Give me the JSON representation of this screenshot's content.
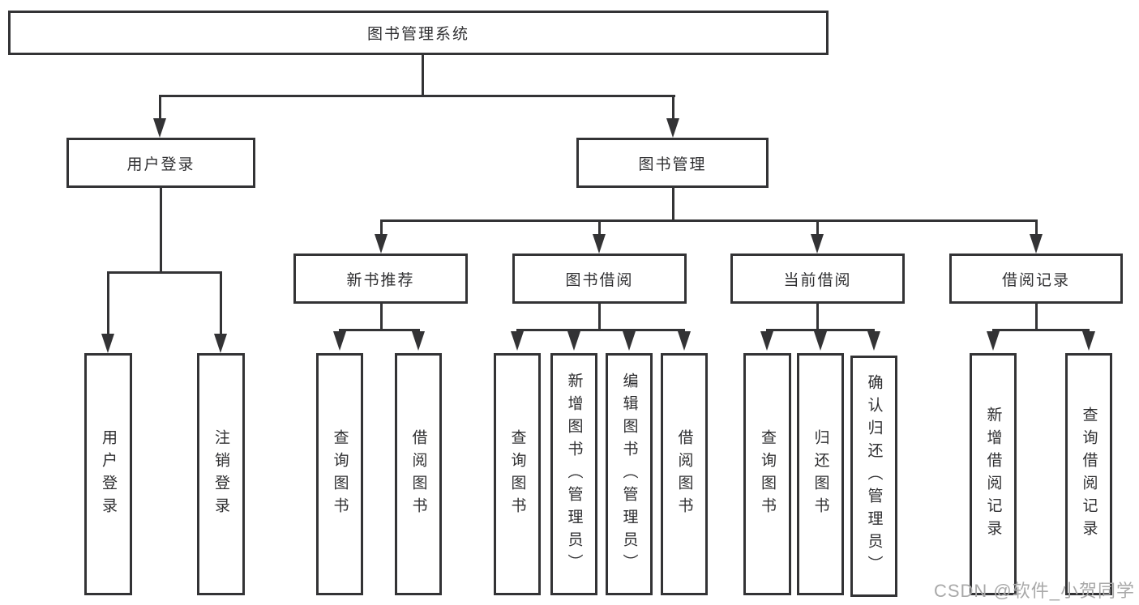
{
  "tree": {
    "root": {
      "label": "图书管理系统"
    },
    "branches": [
      {
        "label": "用户登录",
        "leaves": [
          {
            "label": "用户登录"
          },
          {
            "label": "注销登录"
          }
        ]
      },
      {
        "label": "图书管理",
        "groups": [
          {
            "label": "新书推荐",
            "leaves": [
              {
                "label": "查询图书"
              },
              {
                "label": "借阅图书"
              }
            ]
          },
          {
            "label": "图书借阅",
            "leaves": [
              {
                "label": "查询图书"
              },
              {
                "label": "新增图书（管理员）"
              },
              {
                "label": "编辑图书（管理员）"
              },
              {
                "label": "借阅图书"
              }
            ]
          },
          {
            "label": "当前借阅",
            "leaves": [
              {
                "label": "查询图书"
              },
              {
                "label": "归还图书"
              },
              {
                "label": "确认归还（管理员）"
              }
            ]
          },
          {
            "label": "借阅记录",
            "leaves": [
              {
                "label": "新增借阅记录"
              },
              {
                "label": "查询借阅记录"
              }
            ]
          }
        ]
      }
    ]
  },
  "watermark": "CSDN @软件_小贺同学",
  "colors": {
    "line": "#333335",
    "text": "#2f2f31",
    "watermark": "#a9a9a9",
    "background": "#ffffff"
  }
}
